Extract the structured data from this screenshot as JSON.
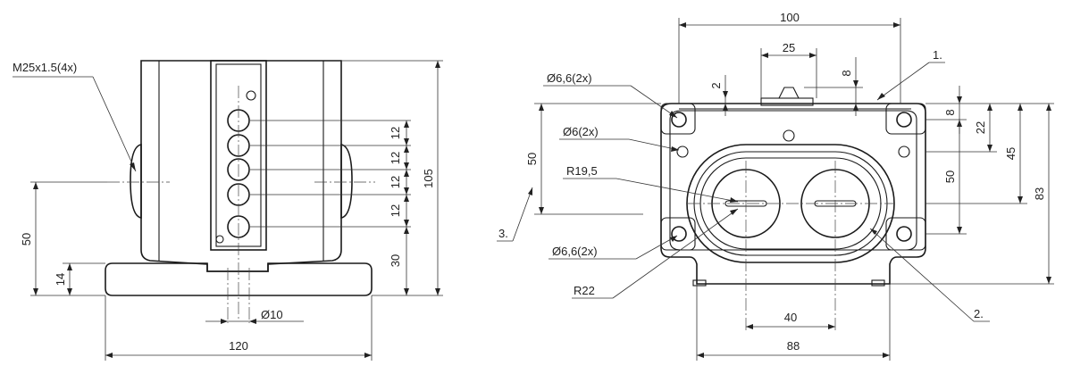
{
  "left_view": {
    "thread_note": "M25x1.5(4x)",
    "dim_hole_pitch": "12",
    "dim_50": "50",
    "dim_14": "14",
    "dim_30": "30",
    "dim_105": "105",
    "dim_120": "120",
    "dim_dia10": "Ø10"
  },
  "right_view": {
    "dim_100": "100",
    "dim_25": "25",
    "dim_8_top": "8",
    "dim_2": "2",
    "dim_8_right": "8",
    "dim_22": "22",
    "dim_45": "45",
    "dim_83": "83",
    "dim_50_right": "50",
    "dim_50_left": "50",
    "dim_40": "40",
    "dim_88": "88",
    "note_dia66_top": "Ø6,6(2x)",
    "note_dia6": "Ø6(2x)",
    "note_r195": "R19,5",
    "note_dia66_bottom": "Ø6,6(2x)",
    "note_r22": "R22",
    "callout_1": "1.",
    "callout_2": "2.",
    "callout_3": "3."
  }
}
